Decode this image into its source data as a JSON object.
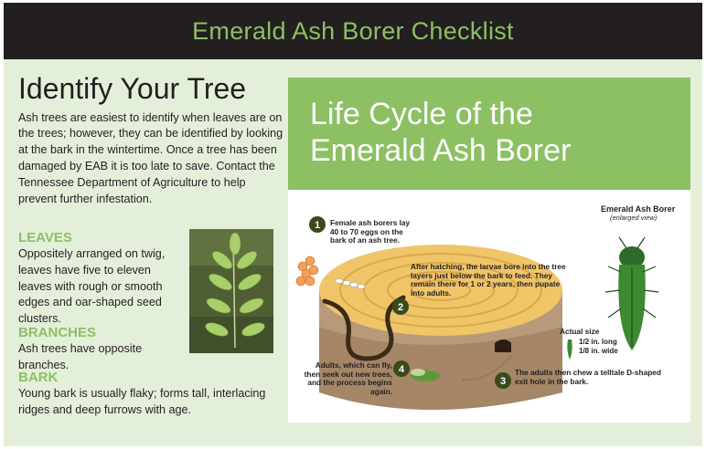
{
  "header": {
    "title": "Emerald Ash Borer Checklist"
  },
  "identify": {
    "title": "Identify Your Tree",
    "intro": "Ash trees are easiest to identify when leaves are on the trees; however, they can be identified by looking at the bark in the wintertime. Once a tree has been damaged by EAB it is too late to save. Contact the Tennessee Department of Agriculture to help prevent further infestation."
  },
  "sections": {
    "leaves": {
      "heading": "LEAVES",
      "text": "Oppositely arranged on twig, leaves have five to eleven leaves with rough or smooth edges and oar-shaped seed clusters."
    },
    "branches": {
      "heading": "BRANCHES",
      "text": "Ash trees have opposite branches."
    },
    "bark": {
      "heading": "BARK",
      "text": "Young bark is usually flaky; forms tall, interlacing ridges and deep furrows with age."
    }
  },
  "lifecycle": {
    "title_line1": "Life Cycle of the",
    "title_line2": "Emerald Ash Borer",
    "steps": [
      {
        "num": "1",
        "text": "Female ash borers lay 40 to 70 eggs on the bark of an ash tree."
      },
      {
        "num": "2",
        "text": "After hatching, the larvae bore into the tree layers just below the bark to feed. They remain there for 1 or 2 years, then pupate into adults."
      },
      {
        "num": "3",
        "text": "The adults then chew a telltale D-shaped exit hole in the bark."
      },
      {
        "num": "4",
        "text": "Adults, which can fly, then seek out new trees, and the process begins again."
      }
    ],
    "beetle_title": "Emerald Ash Borer",
    "beetle_sub": "(enlarged view)",
    "actual_size_label": "Actual size",
    "size_long": "1/2 in. long",
    "size_wide": "1/8 in. wide"
  },
  "colors": {
    "accent_green": "#8cc063",
    "header_bg": "#231f20",
    "panel_bg": "#e4efda",
    "step_circle": "#3a4a1c"
  }
}
